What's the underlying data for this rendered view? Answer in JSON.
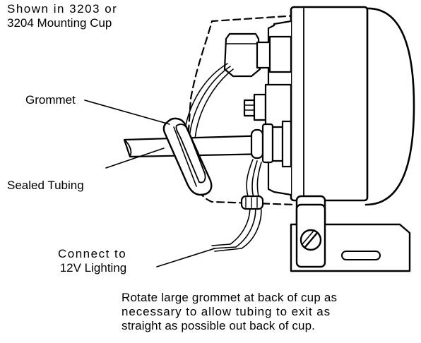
{
  "labels": {
    "mounting_cup_line1": "Shown in 3203 or",
    "mounting_cup_line2": "3204 Mounting Cup",
    "grommet": "Grommet",
    "sealed_tubing": "Sealed Tubing",
    "connect_line1": "Connect to",
    "connect_line2": "12V Lighting"
  },
  "caption": {
    "line1": "Rotate large grommet at back of cup as",
    "line2": "necessary to allow tubing to exit as",
    "line3": "straight as possible out back of cup."
  },
  "colors": {
    "ink": "#000000",
    "paper": "#ffffff"
  }
}
